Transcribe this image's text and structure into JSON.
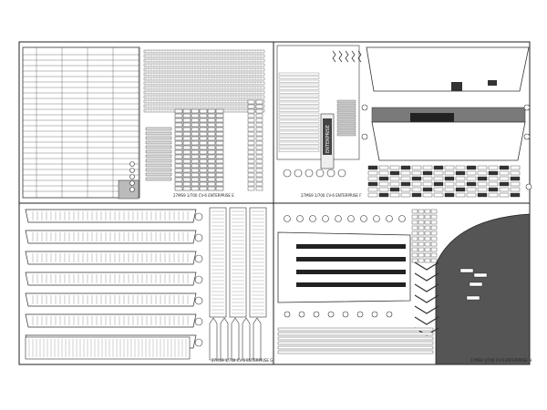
{
  "sheets": [
    {
      "id": "E",
      "label": "27MS9 1/700 CV-6 ENTERPRISE E"
    },
    {
      "id": "F",
      "label": "27MS9 1/700 CV-6 ENTERPRISE F"
    },
    {
      "id": "G",
      "label": "27MS9 1/700 CV-6 ENTERPRISE G"
    },
    {
      "id": "H",
      "label": "27MS9 1/700 CV-6 ENTERPRISE H"
    }
  ],
  "nameplate": "ENTERPRISE",
  "colors": {
    "background": "#ffffff",
    "metal": "#d8d8d8",
    "etch": "#555555",
    "dark": "#3a3a3a",
    "line": "#222222"
  }
}
